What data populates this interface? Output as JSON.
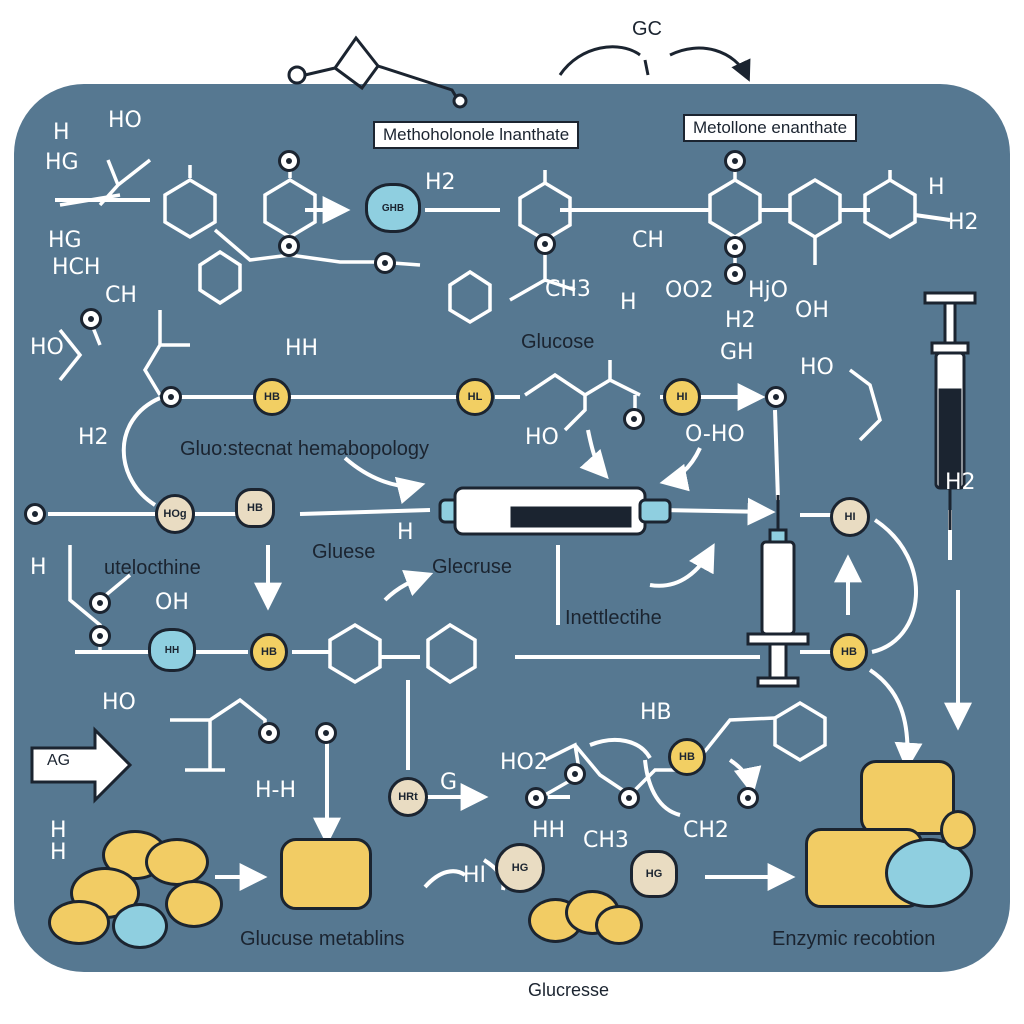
{
  "colors": {
    "panel": "#567891",
    "line": "#ffffff",
    "ink": "#1b2430",
    "yellow_node": "#f2cf63",
    "tan_node": "#e9dcc2",
    "blue_node": "#8fcfe0",
    "sponge": "#f2cc64",
    "label_box": "#ffffff"
  },
  "labels": {
    "top_gc": "GC",
    "box_left": "Methoholonole lnanthate",
    "box_right": "Metollone enanthate",
    "glucose_center": "Glucose",
    "gluo_hemato": "Gluo:stecnat hemabopology",
    "utelocthine": "utelocthine",
    "gluese": "Gluese",
    "glecruse": "Glecruse",
    "inettlectihe": "Inettlectihe",
    "glucuse_metablins": "Glucuse metablins",
    "enzymic_recobtion": "Enzymic recobtion",
    "bottom_glucresse": "Glucresse",
    "arrow_ag": "AG"
  },
  "chem_text": {
    "h1": "H",
    "h2_top": "H2",
    "ho_top": "HO",
    "h_top2": "H",
    "hg": "HG",
    "hch": "HCH",
    "ch": "CH",
    "ho_mid": "HO",
    "h2_left": "H2",
    "h_left": "H",
    "hh": "HH",
    "ch3": "CH3",
    "ch_mid": "CH",
    "h2_mid": "H2",
    "oo2": "OO2",
    "hjo": "HjO",
    "oh": "OH",
    "h_right": "H",
    "h2_right": "H2",
    "gh": "GH",
    "ho_r": "HO",
    "o_ho": "O-HO",
    "hg2": "HG",
    "ho_l2": "HO",
    "oh2": "OH",
    "hh2": "H-H",
    "ho_low": "HO",
    "ho2_low": "HO2",
    "hh_low": "HH",
    "ch3_low": "CH3",
    "ch2_low": "CH2",
    "hi_low": "HI",
    "h_low": "H",
    "g_low": "G",
    "hb_low": "HB",
    "h2_low": "H2",
    "hh_left": "H\nH"
  },
  "nodes": {
    "n1": "HB",
    "n2": "HL",
    "n3": "HI",
    "n4": "HOg",
    "n5": "HB",
    "n6": "HI",
    "n7": "HB",
    "n8": "HB",
    "n9": "HRt",
    "n10": "HB",
    "n11": "HG",
    "n12": "HG"
  }
}
